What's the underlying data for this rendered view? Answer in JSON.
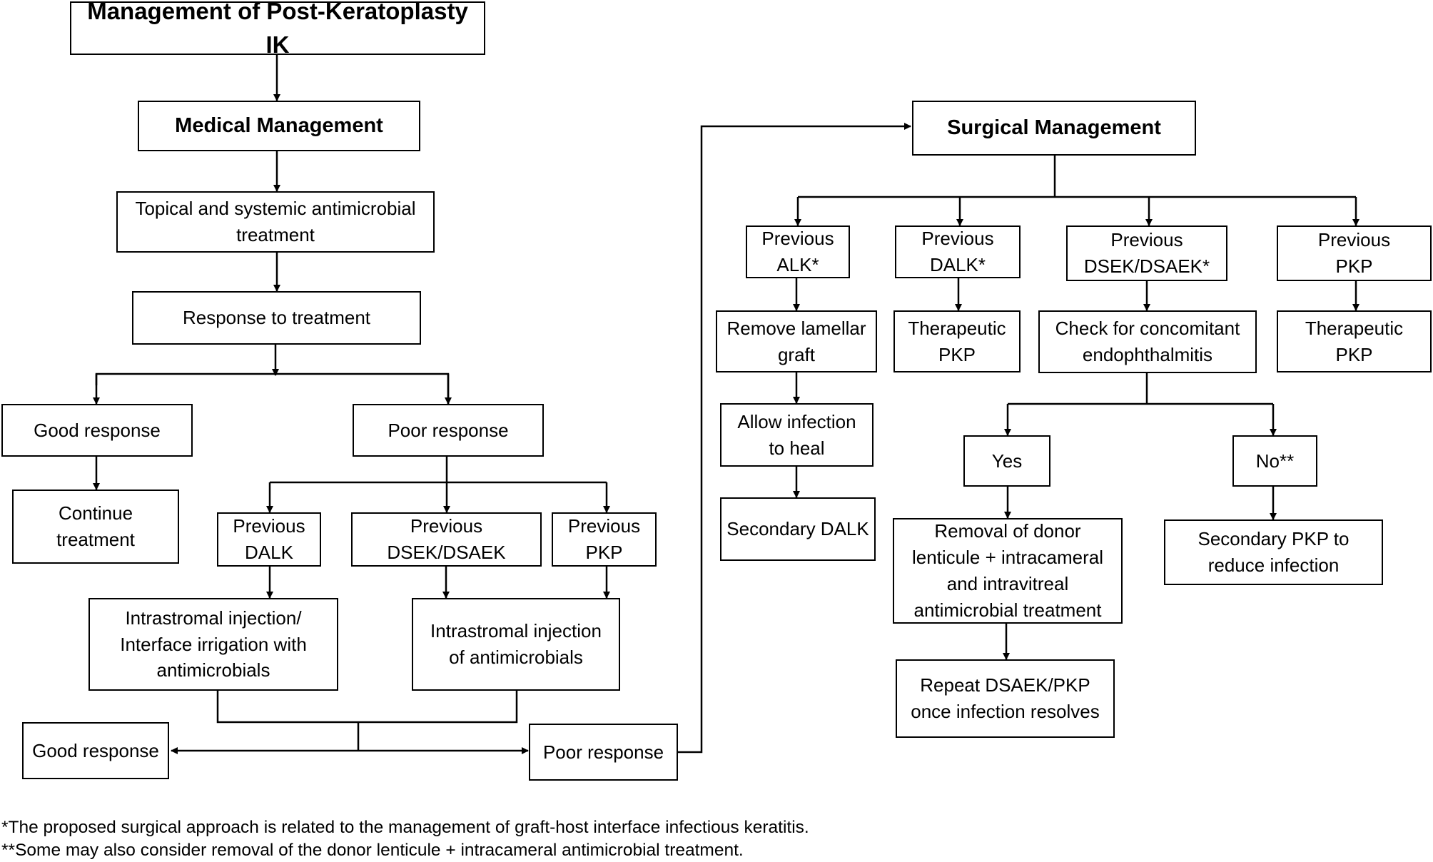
{
  "nodes": {
    "title": "Management of Post-Keratoplasty IK",
    "medical": "Medical Management",
    "topical": "Topical and systemic antimicrobial\ntreatment",
    "response": "Response to treatment",
    "good1": "Good response",
    "poor1": "Poor response",
    "continue": "Continue\ntreatment",
    "prev_dalk_l": "Previous\nDALK",
    "prev_dsek_l": "Previous\nDSEK/DSAEK",
    "prev_pkp_l": "Previous\nPKP",
    "intra_irrig": "Intrastromal injection/\nInterface irrigation with\nantimicrobials",
    "intra_inj": "Intrastromal injection\nof antimicrobials",
    "good2": "Good response",
    "poor2": "Poor response",
    "surgical": "Surgical Management",
    "prev_alk": "Previous\nALK*",
    "prev_dalk_r": "Previous\nDALK*",
    "prev_dsek_r": "Previous\nDSEK/DSAEK*",
    "prev_pkp_r": "Previous\nPKP",
    "remove_lamellar": "Remove lamellar\ngraft",
    "therapeutic1": "Therapeutic\nPKP",
    "check_endo": "Check for concomitant\nendophthalmitis",
    "therapeutic2": "Therapeutic\nPKP",
    "allow_heal": "Allow infection\nto heal",
    "secondary_dalk": "Secondary DALK",
    "yes": "Yes",
    "no": "No**",
    "removal_donor": "Removal of donor\nlenticule + intracameral\nand intravitreal\nantimicrobial treatment",
    "secondary_pkp": "Secondary PKP to\nreduce infection",
    "repeat": "Repeat DSAEK/PKP\nonce infection resolves"
  },
  "footnotes": {
    "one": "*The proposed surgical approach is related to the management of graft-host interface infectious keratitis.",
    "two": "**Some may also consider removal of the donor lenticule + intracameral antimicrobial treatment."
  }
}
